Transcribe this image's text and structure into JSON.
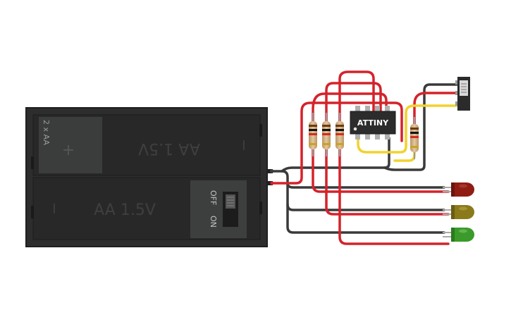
{
  "battery_pack": {
    "label": "2 x AA",
    "cell_top_label": "AA 1.5V",
    "cell_top_plus": "+",
    "cell_top_minus": "−",
    "cell_bottom_label": "AA 1.5V",
    "cell_bottom_minus": "−",
    "switch_off": "OFF",
    "switch_on": "ON"
  },
  "chip": {
    "label": "ATTINY"
  },
  "colors": {
    "wire_red": "#d4232b",
    "wire_black": "#3a3a3a",
    "wire_yellow": "#f2d22e",
    "led_red": "#8f1d14",
    "led_yellow": "#8a7a1a",
    "led_green": "#3a9a2a",
    "pack": "#2d2d2d"
  },
  "leds": [
    "red-led",
    "yellow-led",
    "green-led"
  ]
}
